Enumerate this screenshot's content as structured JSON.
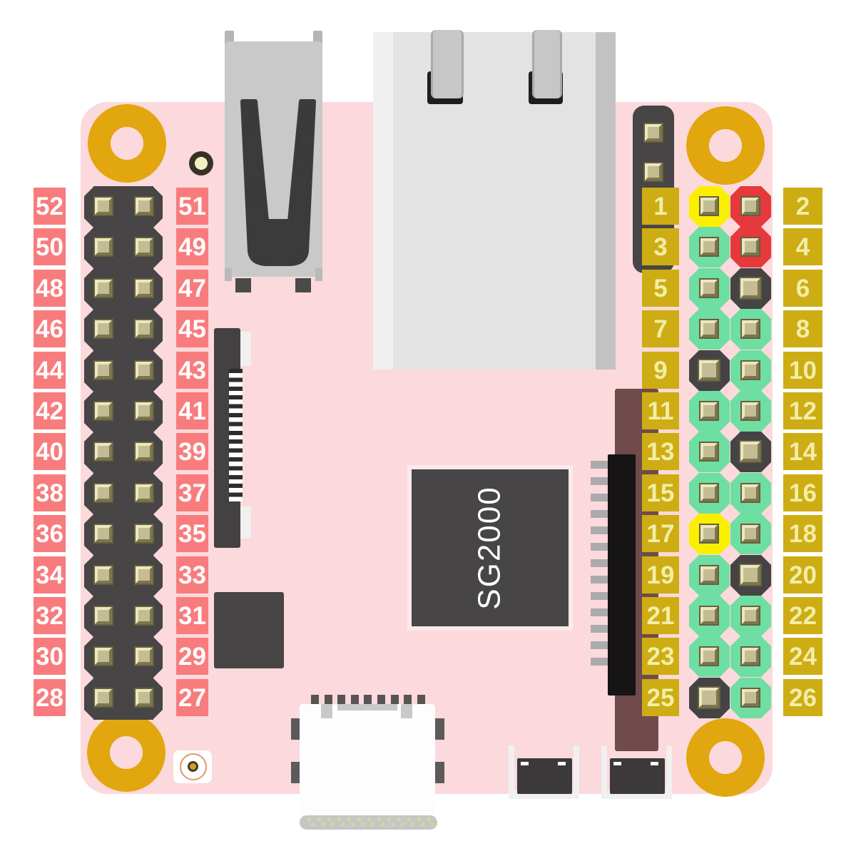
{
  "board": {
    "description": "SG2000 single-board computer pinout diagram",
    "chip": {
      "label": "SG2000"
    }
  },
  "pin_labels": {
    "left_outer": [
      "52",
      "50",
      "48",
      "46",
      "44",
      "42",
      "40",
      "38",
      "36",
      "34",
      "32",
      "30",
      "28"
    ],
    "left_inner": [
      "51",
      "49",
      "47",
      "45",
      "43",
      "41",
      "39",
      "37",
      "35",
      "33",
      "31",
      "29",
      "27"
    ],
    "right_inner": [
      "1",
      "3",
      "5",
      "7",
      "9",
      "11",
      "13",
      "15",
      "17",
      "19",
      "21",
      "23",
      "25"
    ],
    "right_outer": [
      "2",
      "4",
      "6",
      "8",
      "10",
      "12",
      "14",
      "16",
      "18",
      "20",
      "22",
      "24",
      "26"
    ]
  },
  "pin_colors": {
    "odd_column": [
      "yellow",
      "green",
      "green",
      "green",
      "dark",
      "green",
      "green",
      "green",
      "yellow",
      "green",
      "green",
      "green",
      "dark"
    ],
    "even_column": [
      "red",
      "red",
      "dark",
      "green",
      "green",
      "green",
      "dark",
      "green",
      "green",
      "dark",
      "green",
      "green",
      "green"
    ]
  },
  "colors": {
    "board_pink": "#FBD9DC",
    "label_salmon": "#F87C7D",
    "label_olive": "#CDAD13",
    "pin_green": "#6EDEA2",
    "pin_yellow": "#FAEF00",
    "pin_red": "#E5393B",
    "pin_dark": "#454344",
    "mounting_gold": "#E2A60E",
    "connector_brown": "#6F4B4B",
    "header_black": "#474545"
  },
  "icons": {
    "mounting_hole": "gold-donut",
    "antenna_connector": "ufl-socket",
    "fiducial": "small-ring-hole"
  }
}
